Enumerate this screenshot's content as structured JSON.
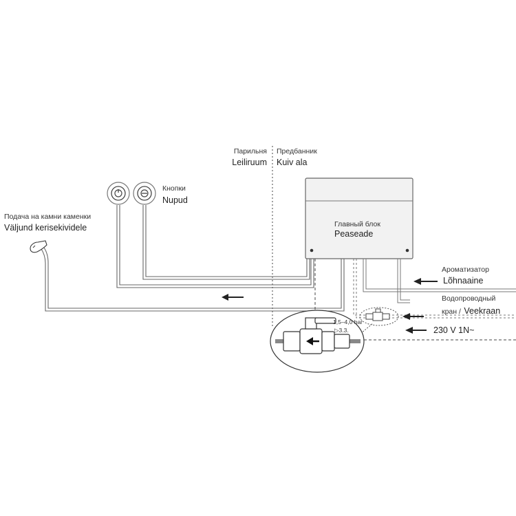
{
  "zones": {
    "steam_room": {
      "ru": "Парильня",
      "et": "Leiliruum"
    },
    "dressing_room": {
      "ru": "Предбанник",
      "et": "Kuiv ala"
    }
  },
  "buttons": {
    "ru": "Кнопки",
    "et": "Nupud"
  },
  "steam_outlet": {
    "ru": "Подача на камни каменки",
    "et": "Väljund kerisekividele"
  },
  "main_unit": {
    "ru": "Главный блок",
    "et": "Peaseade"
  },
  "aroma": {
    "ru": "Ароматизатор",
    "et": "Lõhnaaine"
  },
  "water_tap": {
    "ru": "Водопроводный",
    "ru_line2": "кран /",
    "et": "Veekraan"
  },
  "pressure": {
    "range": "1,5–4,0 bar",
    "ref": "▷3.3."
  },
  "power": {
    "label": "230 V 1N~"
  }
}
